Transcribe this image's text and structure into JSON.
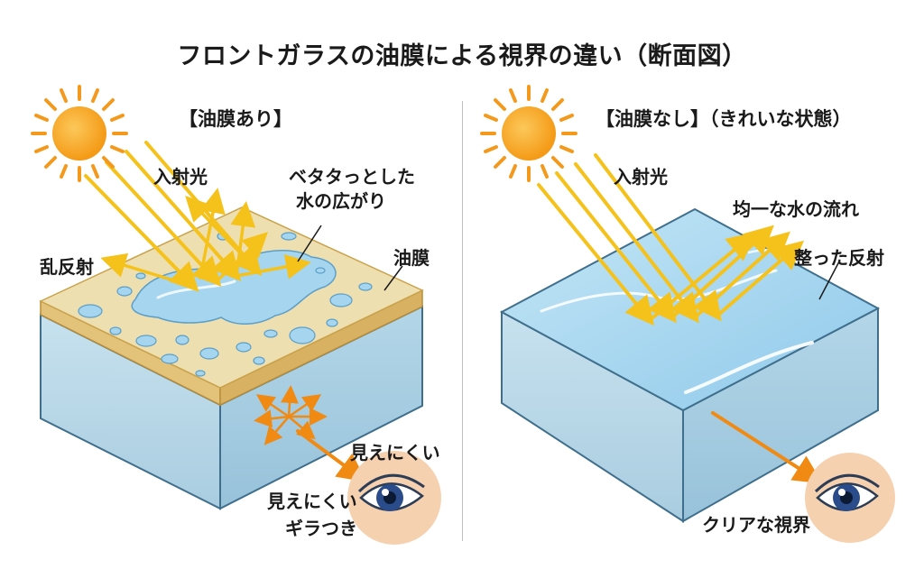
{
  "title": "フロントガラスの油膜による視界の違い（断面図）",
  "left_panel": {
    "header": "【油膜あり】",
    "labels": {
      "incident_light": "入射光",
      "sticky_water_line1": "ベタタっとした",
      "sticky_water_line2": "水の広がり",
      "diffuse_reflection": "乱反射",
      "oil_film": "油膜",
      "hard_to_see_top": "見えにくい",
      "hard_to_see_line1": "見えにくい",
      "hard_to_see_line2": "ギラつき"
    }
  },
  "right_panel": {
    "header": "【油膜なし】（きれいな状態）",
    "labels": {
      "incident_light": "入射光",
      "even_flow": "均一な水の流れ",
      "regular_reflection": "整った反射",
      "clear_view": "クリアな視界"
    }
  },
  "colors": {
    "sun": "#f7a21b",
    "sun_rays": "#f39a1e",
    "light_ray": "#f5c21c",
    "glass_side": "#bcd9e8",
    "glass_edge": "#3f6f8c",
    "oil_film": "#ecdba8",
    "oil_edge": "#c9a24a",
    "water": "#9fd0ec",
    "clean_top": "#a9d8f0",
    "eye_skin": "#f6d1b0",
    "iris": "#2a4c8a"
  },
  "icons": [
    "sun-icon",
    "eye-icon",
    "arrow-icon",
    "scatter-arrows-icon"
  ]
}
